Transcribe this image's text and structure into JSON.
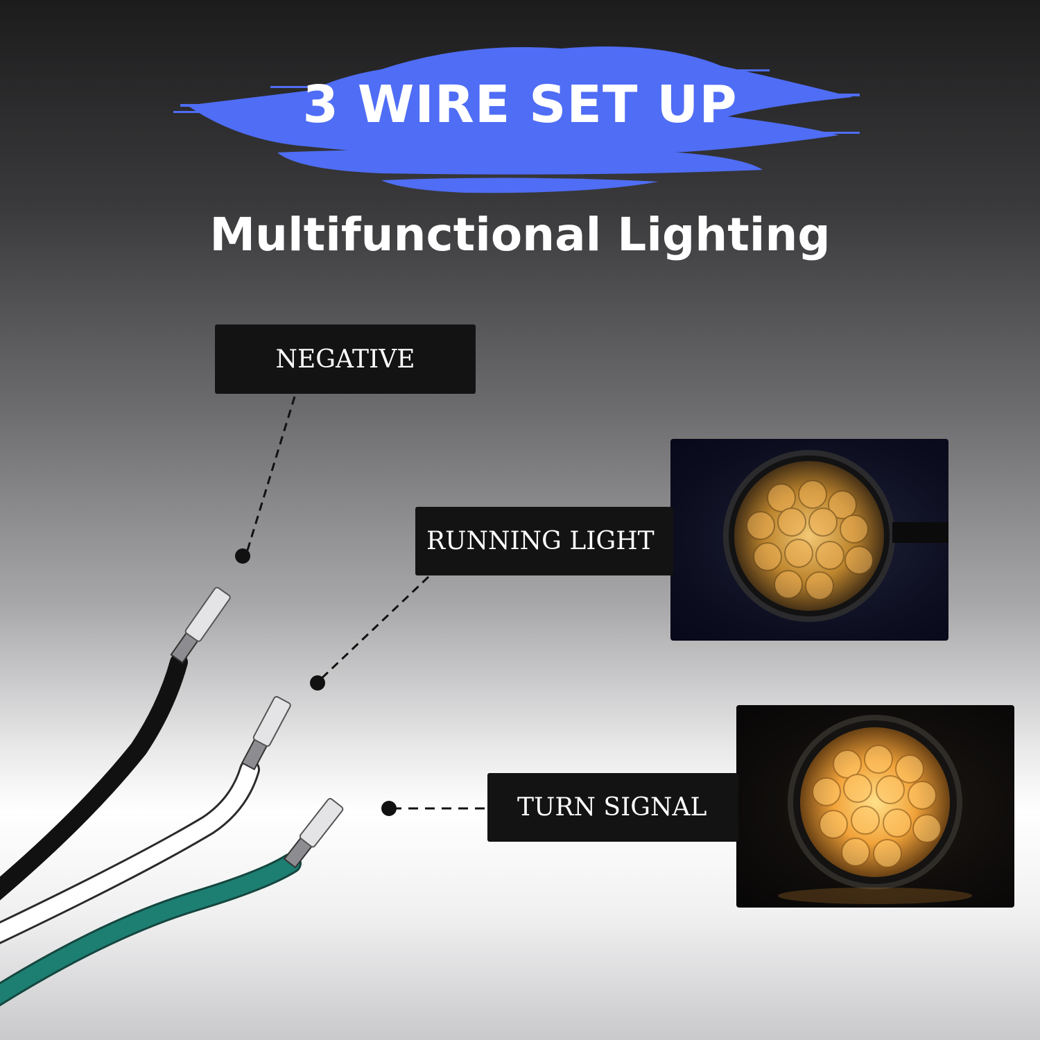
{
  "header": {
    "title": "3 WIRE SET UP",
    "subtitle": "Multifunctional Lighting"
  },
  "labels": {
    "negative": "NEGATIVE",
    "running_light": "RUNNING LIGHT",
    "turn_signal": "TURN SIGNAL"
  },
  "colors": {
    "brush": "#4f6df5",
    "label_bg": "#131314",
    "wire_black": "#111111",
    "wire_white": "#ffffff",
    "wire_green": "#1d7f72",
    "led_amber": "#f2a33a"
  }
}
